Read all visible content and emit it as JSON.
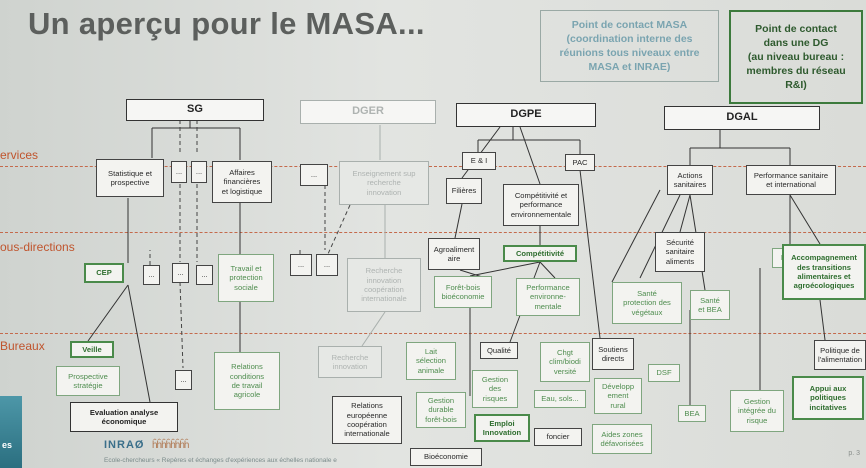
{
  "title": "Un aperçu pour le MASA...",
  "contacts": {
    "masa": "Point de contact MASA\n(coordination interne des\nréunions tous niveaux entre\nMASA et INRAE)",
    "dg": "Point de contact\ndans une DG\n(au niveau bureau :\nmembres du réseau\nR&I)"
  },
  "sections": {
    "services": "ervices",
    "sous_directions": "ous-directions",
    "bureaux": "Bureaux"
  },
  "top": {
    "sg": "SG",
    "dger": "DGER",
    "dgpe": "DGPE",
    "dgal": "DGAL"
  },
  "nodes": {
    "stat": "Statistique et\nprospective",
    "dots1": "...",
    "dots2": "...",
    "affaires": "Affaires\nfinancières\net logistique",
    "dots3": "...",
    "ens": "Enseignement sup\nrecherche\ninnovation",
    "ei": "E & I",
    "pac": "PAC",
    "filieres": "Filières",
    "competitivite_perf": "Compétitivité et\nperformance\nenvironnementale",
    "actions": "Actions\nsanitaires",
    "perf_sanitaire": "Performance sanitaire\net international",
    "cep": "CEP",
    "dots4": "...",
    "dots5": "...",
    "dots6": "...",
    "travail": "Travail et\nprotection\nsociale",
    "dots7": "...",
    "dots8": "...",
    "rech_coop": "Recherche\ninnovation\ncoopération\ninternationale",
    "agroaliment": "Agroaliment\naire",
    "competitivite": "Compétitivité",
    "securite": "Sécurité\nsanitaire\naliments",
    "ei2": "E&I",
    "accompagnement": "Accompagnement\ndes transitions\nalimentaires et\nagroécologiques",
    "foret": "Forêt-bois\nbioéconomie",
    "perf_env": "Performance\nenvironne-\nmentale",
    "sante_veg": "Santé\nprotection des\nvégétaux",
    "sante_bea": "Santé\net BEA",
    "veille": "Veille",
    "prospective": "Prospective\nstratégie",
    "dots9": "...",
    "relations_travail": "Relations\nconditions\nde travail\nagricole",
    "eval": "Evaluation analyse\néconomique",
    "rech_innov": "Recherche\ninnovation",
    "lait": "Lait\nsélection\nanimale",
    "qualite": "Qualité",
    "chgt": "Chgt\nclim/biodi\nversité",
    "soutiens": "Soutiens\ndirects",
    "dsf": "DSF",
    "politique": "Politique de\nl'alimentation",
    "gestion_durable": "Gestion\ndurable\nforêt-bois",
    "gestion_risques": "Gestion\ndes\nrisques",
    "eau": "Eau, sols...",
    "develop": "Développ\nement\nrural",
    "bea": "BEA",
    "gestion_integree": "Gestion\nintégrée du\nrisque",
    "appui": "Appui aux\npolitiques\nincitatives",
    "relations_euro": "Relations\neuropéenne\ncoopération\ninternationale",
    "emploi": "Emploi\nInnovation",
    "foncier": "foncier",
    "aides": "Aides zones\ndéfavorisées",
    "bioeco": "Bioéconomie"
  },
  "footer": {
    "logo": "INRAØ",
    "people": "ĥĥĥĥĥĥĥĥ",
    "text": "Ecole-chercheurs « Repères et échanges d'expériences aux échelles nationale e",
    "page": "p. 3",
    "left": "es"
  }
}
